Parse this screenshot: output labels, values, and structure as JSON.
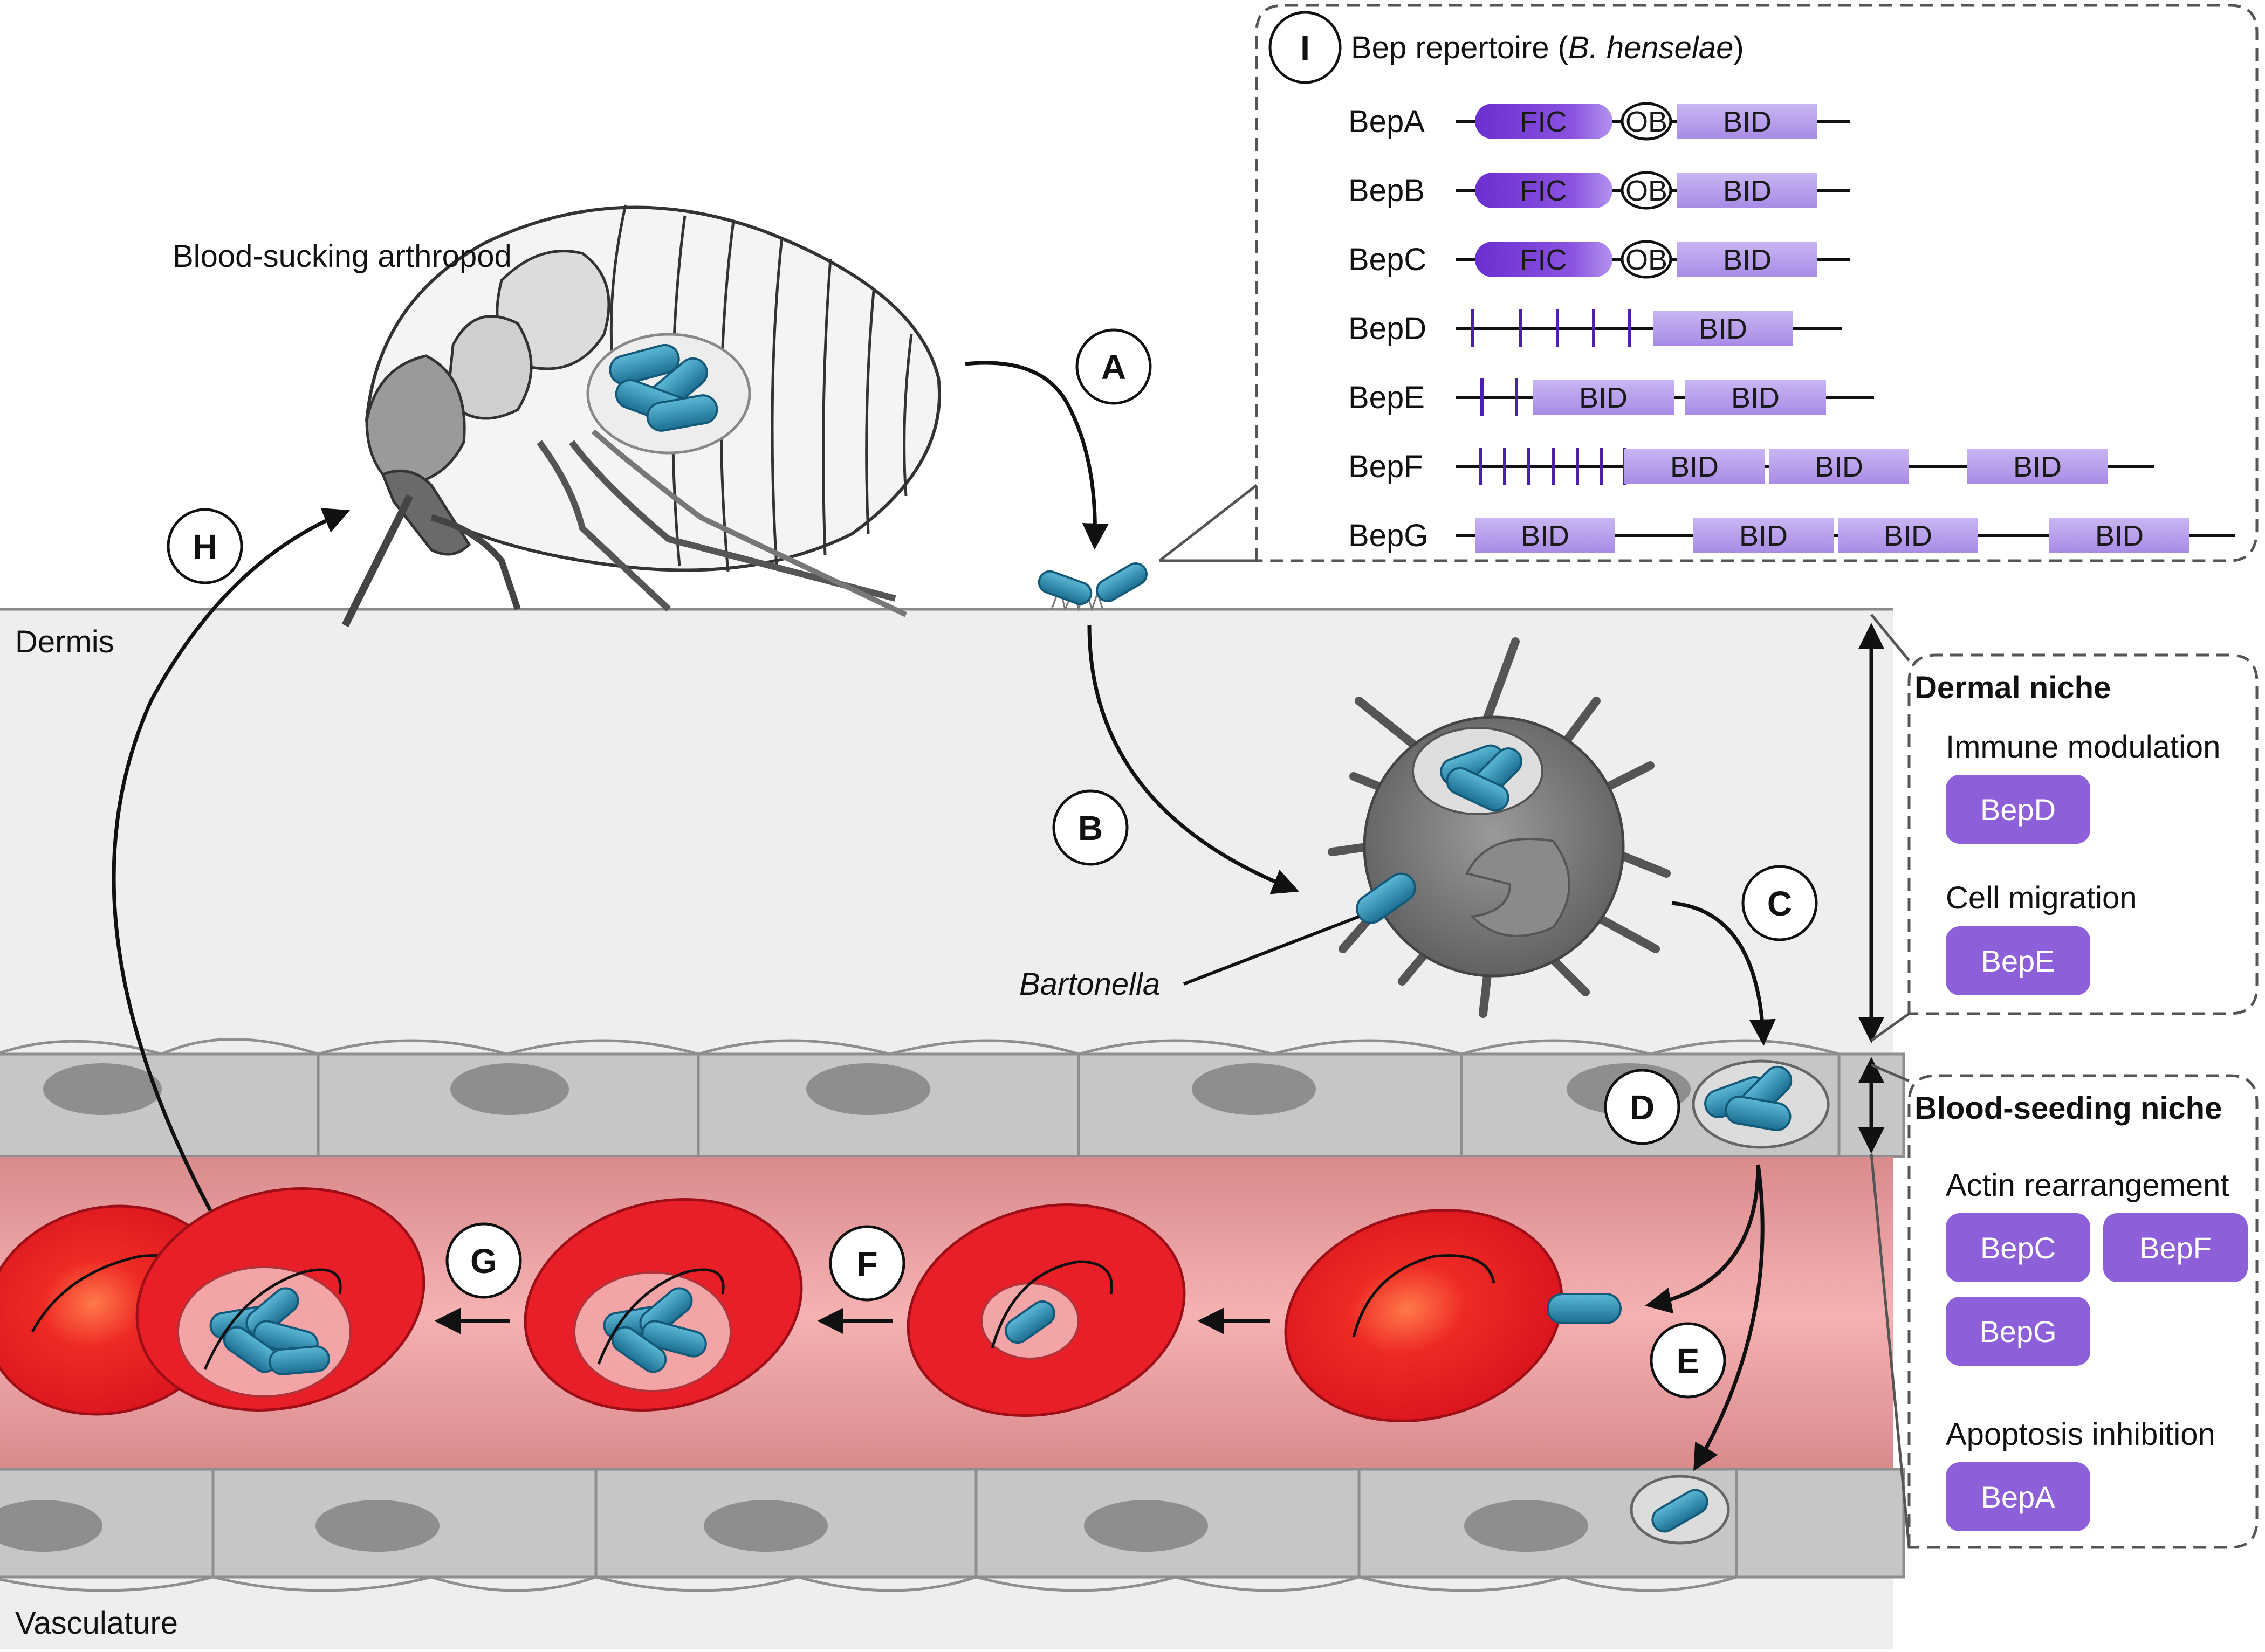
{
  "scene": {
    "arthropod_label": "Blood-sucking arthropod",
    "dermis_label": "Dermis",
    "vasculature_label": "Vasculature",
    "bartonella_label": "Bartonella"
  },
  "steps": {
    "A": "A",
    "B": "B",
    "C": "C",
    "D": "D",
    "E": "E",
    "F": "F",
    "G": "G",
    "H": "H",
    "I": "I"
  },
  "repertoire": {
    "title_prefix": "Bep repertoire (",
    "title_species": "B. henselae",
    "title_suffix": ")",
    "proteins": [
      {
        "name": "BepA"
      },
      {
        "name": "BepB"
      },
      {
        "name": "BepC"
      },
      {
        "name": "BepD"
      },
      {
        "name": "BepE"
      },
      {
        "name": "BepF"
      },
      {
        "name": "BepG"
      }
    ],
    "domain_labels": {
      "fic": "FIC",
      "ob": "OB",
      "bid": "BID"
    }
  },
  "dermal_niche": {
    "title": "Dermal niche",
    "groups": [
      {
        "heading": "Immune modulation",
        "beps": [
          "BepD"
        ]
      },
      {
        "heading": "Cell migration",
        "beps": [
          "BepE"
        ]
      }
    ]
  },
  "blood_niche": {
    "title": "Blood-seeding niche",
    "groups": [
      {
        "heading": "Actin rearrangement",
        "beps": [
          "BepC",
          "BepF",
          "BepG"
        ]
      },
      {
        "heading": "Apoptosis inhibition",
        "beps": [
          "BepA"
        ]
      }
    ]
  },
  "colors": {
    "fic": "#7a3fd6",
    "bid": "#b9a3ec",
    "pill": "#8d5fd8",
    "bacterium": "#2a8db0",
    "rbc": "#e01b24",
    "vessel": "#f2a0a3",
    "endothelium": "#c4c4c6",
    "dermis": "#eeeeef"
  }
}
